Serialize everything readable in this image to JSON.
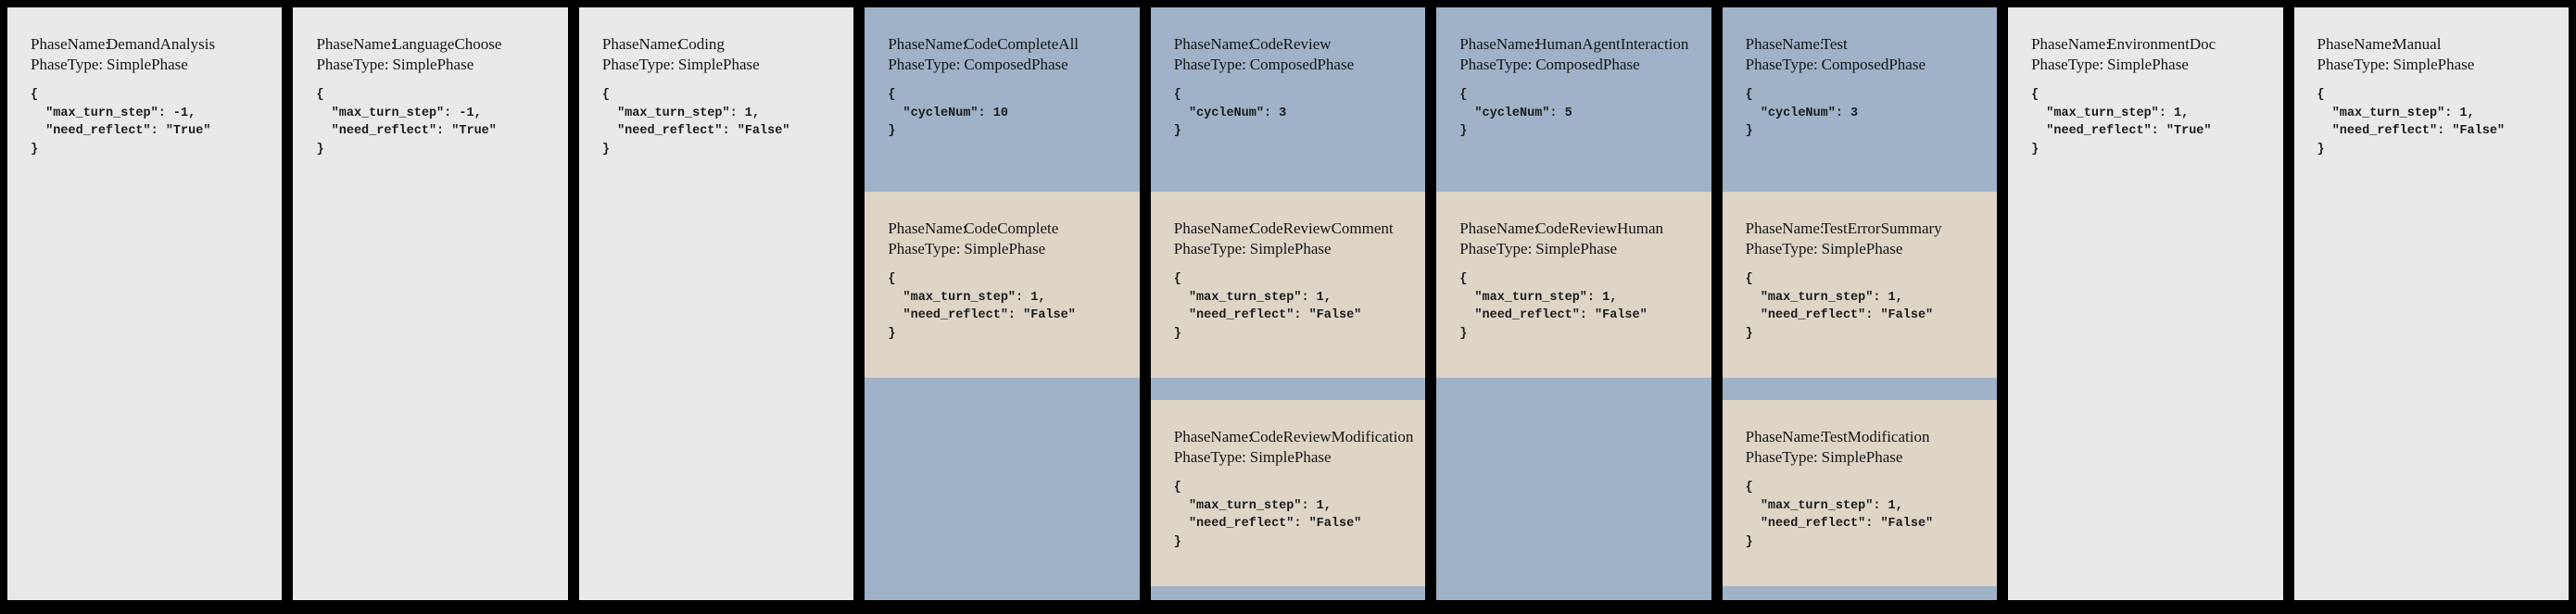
{
  "field_labels": {
    "name": "PhaseName:",
    "type": "PhaseType:"
  },
  "colors": {
    "frame_bg": "#000000",
    "simple_phase_bg": "#e8eae9",
    "composed_phase_bg": "#9fb2c8",
    "subphase_bg": "#ded5c7",
    "text": "#141414"
  },
  "phases": [
    {
      "name": "DemandAnalysis",
      "type": "SimplePhase",
      "config_text": "{\n  \"max_turn_step\": -1,\n  \"need_reflect\": \"True\"\n}"
    },
    {
      "name": "LanguageChoose",
      "type": "SimplePhase",
      "config_text": "{\n  \"max_turn_step\": -1,\n  \"need_reflect\": \"True\"\n}"
    },
    {
      "name": "Coding",
      "type": "SimplePhase",
      "config_text": "{\n  \"max_turn_step\": 1,\n  \"need_reflect\": \"False\"\n}"
    },
    {
      "name": "CodeCompleteAll",
      "type": "ComposedPhase",
      "config_text": "{\n  \"cycleNum\": 10\n}",
      "children": [
        {
          "name": "CodeComplete",
          "type": "SimplePhase",
          "config_text": "{\n  \"max_turn_step\": 1,\n  \"need_reflect\": \"False\"\n}"
        }
      ]
    },
    {
      "name": "CodeReview",
      "type": "ComposedPhase",
      "config_text": "{\n  \"cycleNum\": 3\n}",
      "children": [
        {
          "name": "CodeReviewComment",
          "type": "SimplePhase",
          "config_text": "{\n  \"max_turn_step\": 1,\n  \"need_reflect\": \"False\"\n}"
        },
        {
          "name": "CodeReviewModification",
          "type": "SimplePhase",
          "config_text": "{\n  \"max_turn_step\": 1,\n  \"need_reflect\": \"False\"\n}"
        }
      ]
    },
    {
      "name": "HumanAgentInteraction",
      "type": "ComposedPhase",
      "config_text": "{\n  \"cycleNum\": 5\n}",
      "children": [
        {
          "name": "CodeReviewHuman",
          "type": "SimplePhase",
          "config_text": "{\n  \"max_turn_step\": 1,\n  \"need_reflect\": \"False\"\n}"
        }
      ]
    },
    {
      "name": "Test",
      "type": "ComposedPhase",
      "config_text": "{\n  \"cycleNum\": 3\n}",
      "children": [
        {
          "name": "TestErrorSummary",
          "type": "SimplePhase",
          "config_text": "{\n  \"max_turn_step\": 1,\n  \"need_reflect\": \"False\"\n}"
        },
        {
          "name": "TestModification",
          "type": "SimplePhase",
          "config_text": "{\n  \"max_turn_step\": 1,\n  \"need_reflect\": \"False\"\n}"
        }
      ]
    },
    {
      "name": "EnvironmentDoc",
      "type": "SimplePhase",
      "config_text": "{\n  \"max_turn_step\": 1,\n  \"need_reflect\": \"True\"\n}"
    },
    {
      "name": "Manual",
      "type": "SimplePhase",
      "config_text": "{\n  \"max_turn_step\": 1,\n  \"need_reflect\": \"False\"\n}"
    }
  ]
}
